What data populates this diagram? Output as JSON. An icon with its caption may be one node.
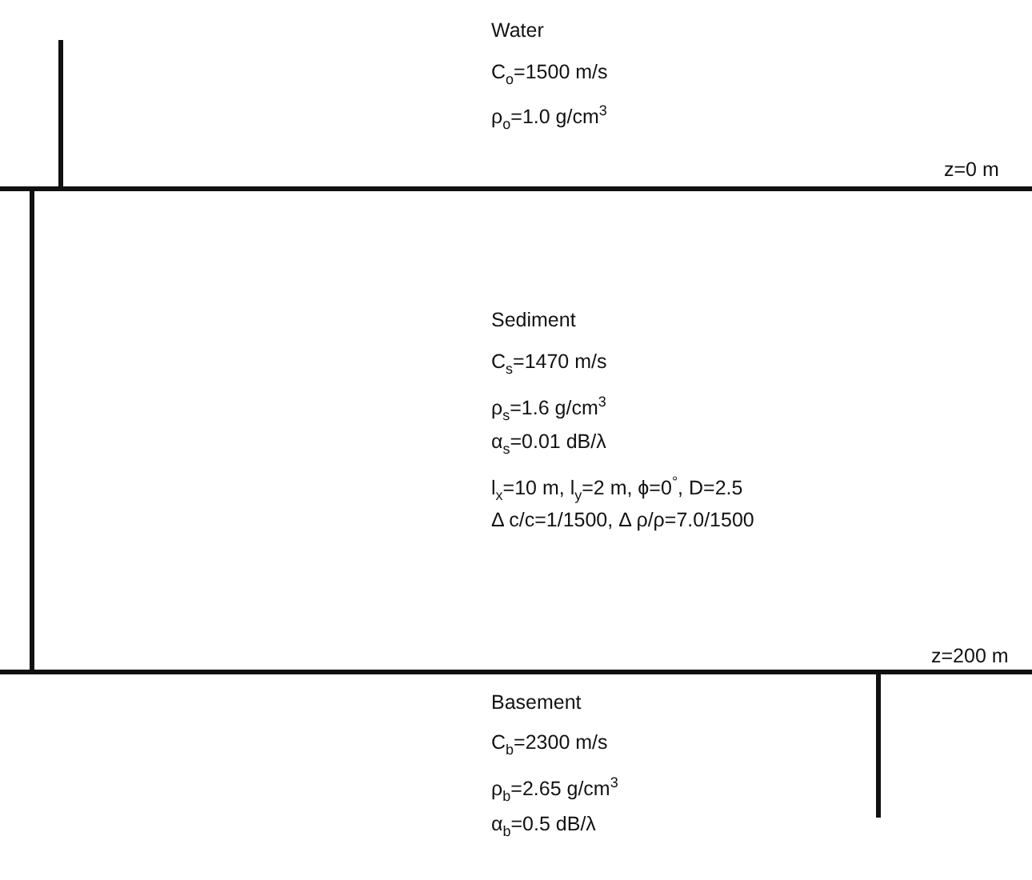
{
  "diagram": {
    "labels": [
      "Water",
      "C$_{o}$=1500 m/s",
      "ρ$_{o}$=1.0 g/cm$^{3}$",
      "z=0 m",
      "Sediment",
      "C$_{s}$=1470 m/s",
      "ρ$_{s}$=1.6 g/cm$^{3}$",
      "α$_{s}$=0.01 dB/λ",
      "l$_{x}$=10 m, l$_{y}$=2 m, ϕ=0$^{°}$, D=2.5",
      "Δ c/c=1/1500, Δ ρ/ρ=7.0/1500",
      "z=200 m",
      "Basement",
      "C$_{b}$=2300 m/s",
      "ρ$_{b}$=2.65 g/cm$^{3}$",
      "α$_{b}$=0.5 dB/λ"
    ]
  }
}
